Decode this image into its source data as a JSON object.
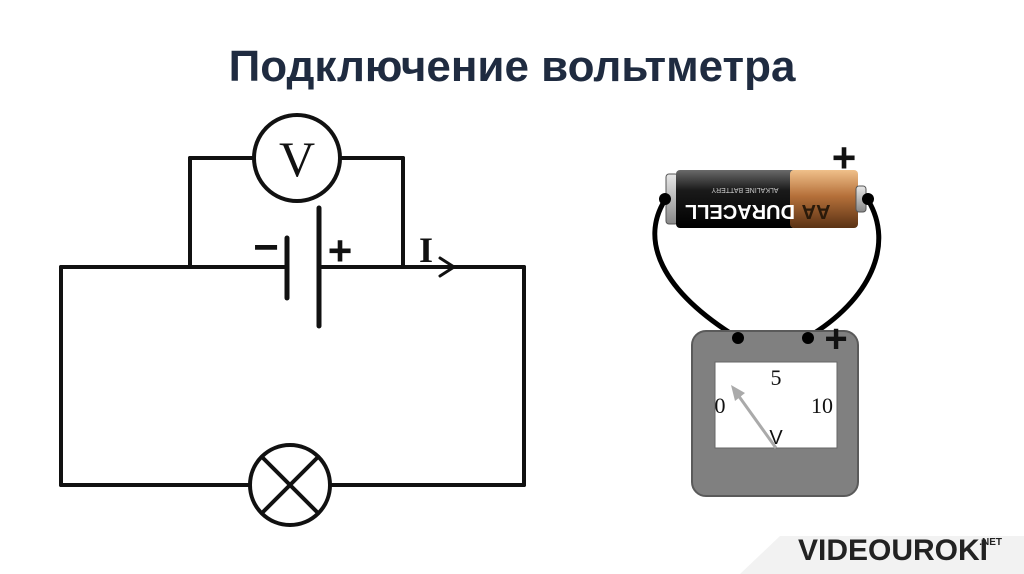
{
  "title": "Подключение вольтметра",
  "circuit": {
    "voltmeter_symbol": "V",
    "current_label": "I",
    "minus_sign": "−",
    "plus_sign": "+"
  },
  "battery": {
    "brand": "DURACELL",
    "subtitle": "ALKALINE BATTERY",
    "size": "AA",
    "plus_sign": "+",
    "colors": {
      "body": "#1a1a1a",
      "cap": "#b5703a"
    }
  },
  "meter": {
    "scale_min": "0",
    "scale_mid": "5",
    "scale_max": "10",
    "unit": "V",
    "plus_sign": "+",
    "colors": {
      "case": "#808080",
      "face": "#ffffff"
    }
  },
  "watermark": {
    "text": "VIDEOUROKI",
    "suffix": ".NET"
  }
}
